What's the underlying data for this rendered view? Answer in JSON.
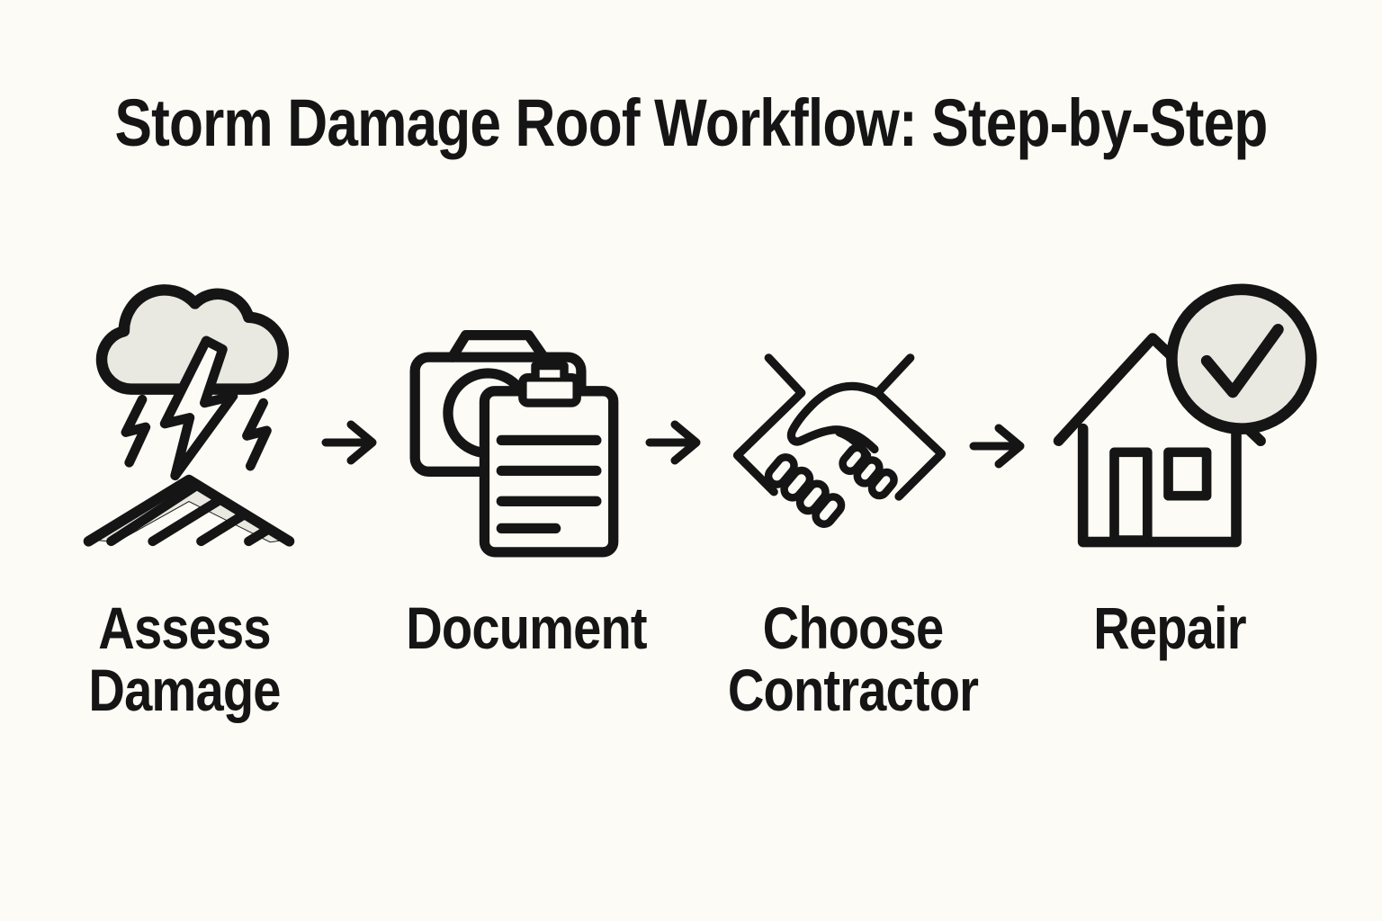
{
  "title": "Storm Damage Roof Workflow: Step-by-Step",
  "diagram": {
    "type": "flow",
    "direction": "left-to-right",
    "connector": "arrow-right",
    "steps": [
      {
        "index": 1,
        "label": "Assess Damage",
        "icon": "storm-cloud-lightning-roof-icon"
      },
      {
        "index": 2,
        "label": "Document",
        "icon": "camera-clipboard-icon"
      },
      {
        "index": 3,
        "label": "Choose Contractor",
        "icon": "handshake-icon"
      },
      {
        "index": 4,
        "label": "Repair",
        "icon": "house-checkmark-icon"
      }
    ]
  },
  "colors": {
    "background": "#fcfbf5",
    "ink": "#151515",
    "accent_fill": "#e9e8e1"
  }
}
